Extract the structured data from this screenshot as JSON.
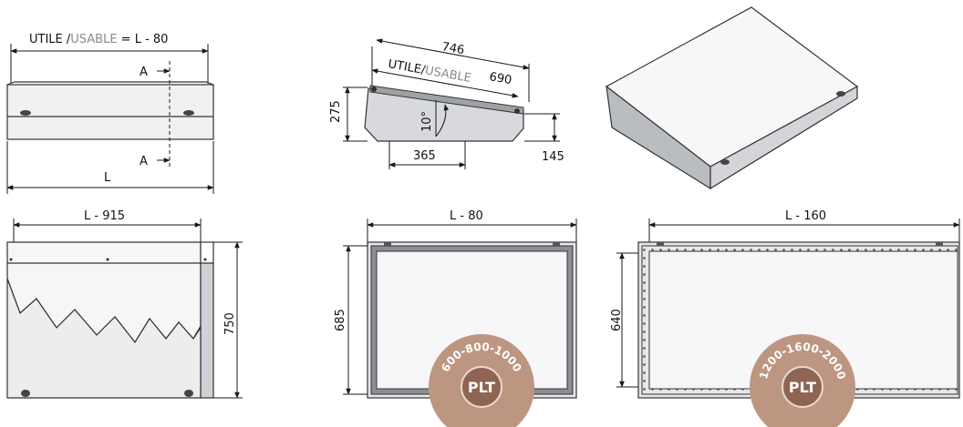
{
  "top_left": {
    "usable_prefix": "UTILE /",
    "usable_word": "USABLE",
    "usable_suffix": " = L - 80",
    "section_a_top": "A",
    "section_a_bottom": "A",
    "length_label": "L"
  },
  "top_middle": {
    "overall_depth": "746",
    "usable_label_prefix": "UTILE/",
    "usable_label_word": "USABLE",
    "usable_depth": "690",
    "height_rear": "275",
    "angle": "10°",
    "base_depth": "365",
    "height_front": "145"
  },
  "bottom_left": {
    "width_label": "L - 915",
    "height_label": "750"
  },
  "bottom_middle": {
    "width_label": "L - 80",
    "height_label": "685",
    "badge_sizes": "600-800-1000",
    "badge_code": "PLT"
  },
  "bottom_right": {
    "width_label": "L - 160",
    "height_label": "640",
    "badge_sizes": "1200-1600-2000",
    "badge_code": "PLT"
  },
  "colors": {
    "badge": "#bd9682",
    "usable_grey": "#8a8a8a",
    "line": "#1a1a1a"
  }
}
